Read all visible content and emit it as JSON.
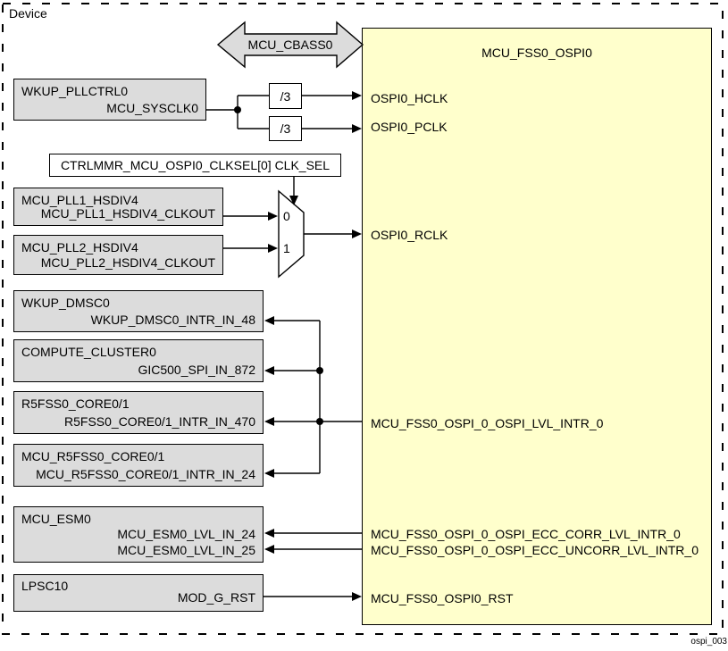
{
  "diagram": {
    "device_label": "Device",
    "figure_id": "ospi_003",
    "colors": {
      "block_fill": "#DCDCDC",
      "module_fill": "#FFFFCC",
      "line": "#000000",
      "background": "#FFFFFF"
    },
    "bus_arrow": {
      "label": "MCU_CBASS0"
    },
    "module": {
      "title": "MCU_FSS0_OSPI0",
      "ports": {
        "hclk": "OSPI0_HCLK",
        "pclk": "OSPI0_PCLK",
        "rclk": "OSPI0_RCLK",
        "lvl_intr": "MCU_FSS0_OSPI_0_OSPI_LVL_INTR_0",
        "ecc_corr": "MCU_FSS0_OSPI_0_OSPI_ECC_CORR_LVL_INTR_0",
        "ecc_uncorr": "MCU_FSS0_OSPI_0_OSPI_ECC_UNCORR_LVL_INTR_0",
        "rst": "MCU_FSS0_OSPI0_RST"
      }
    },
    "clock_source": {
      "title": "WKUP_PLLCTRL0",
      "port": "MCU_SYSCLK0"
    },
    "dividers": [
      "/3",
      "/3"
    ],
    "clksel": {
      "label": "CTRLMMR_MCU_OSPI0_CLKSEL[0] CLK_SEL"
    },
    "mux": {
      "input0": "0",
      "input1": "1"
    },
    "pll1": {
      "title": "MCU_PLL1_HSDIV4",
      "port": "MCU_PLL1_HSDIV4_CLKOUT"
    },
    "pll2": {
      "title": "MCU_PLL2_HSDIV4",
      "port": "MCU_PLL2_HSDIV4_CLKOUT"
    },
    "interrupt_targets": [
      {
        "title": "WKUP_DMSC0",
        "port": "WKUP_DMSC0_INTR_IN_48"
      },
      {
        "title": "COMPUTE_CLUSTER0",
        "port": "GIC500_SPI_IN_872"
      },
      {
        "title": "R5FSS0_CORE0/1",
        "port": "R5FSS0_CORE0/1_INTR_IN_470"
      },
      {
        "title": "MCU_R5FSS0_CORE0/1",
        "port": "MCU_R5FSS0_CORE0/1_INTR_IN_24"
      }
    ],
    "esm": {
      "title": "MCU_ESM0",
      "ports": [
        "MCU_ESM0_LVL_IN_24",
        "MCU_ESM0_LVL_IN_25"
      ]
    },
    "lpsc": {
      "title": "LPSC10",
      "port": "MOD_G_RST"
    }
  }
}
